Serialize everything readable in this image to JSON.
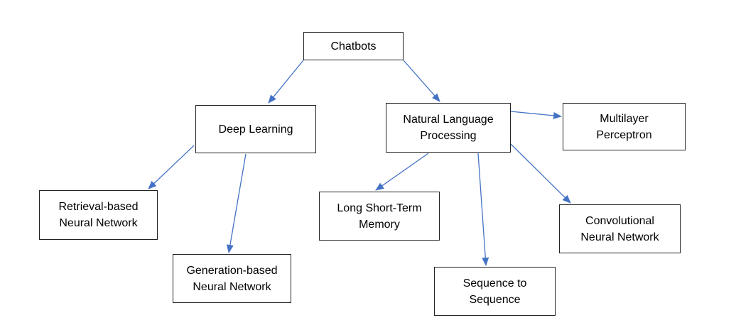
{
  "nodes": {
    "chatbots": {
      "line1": "Chatbots",
      "line2": ""
    },
    "deep_learning": {
      "line1": "Deep Learning",
      "line2": ""
    },
    "nlp": {
      "line1": "Natural Language",
      "line2": "Processing"
    },
    "mlp": {
      "line1": "Multilayer",
      "line2": "Perceptron"
    },
    "retrieval": {
      "line1": "Retrieval-based",
      "line2": "Neural Network"
    },
    "generation": {
      "line1": "Generation-based",
      "line2": "Neural Network"
    },
    "lstm": {
      "line1": "Long Short-Term",
      "line2": "Memory"
    },
    "cnn": {
      "line1": "Convolutional",
      "line2": "Neural Network"
    },
    "seq2seq": {
      "line1": "Sequence to",
      "line2": "Sequence"
    }
  },
  "edges": [
    {
      "from": "chatbots",
      "to": "deep_learning"
    },
    {
      "from": "chatbots",
      "to": "nlp"
    },
    {
      "from": "deep_learning",
      "to": "retrieval"
    },
    {
      "from": "deep_learning",
      "to": "generation"
    },
    {
      "from": "nlp",
      "to": "mlp"
    },
    {
      "from": "nlp",
      "to": "lstm"
    },
    {
      "from": "nlp",
      "to": "seq2seq"
    },
    {
      "from": "nlp",
      "to": "cnn"
    }
  ],
  "colors": {
    "arrow": "#4472C4",
    "box_border": "#222222"
  }
}
